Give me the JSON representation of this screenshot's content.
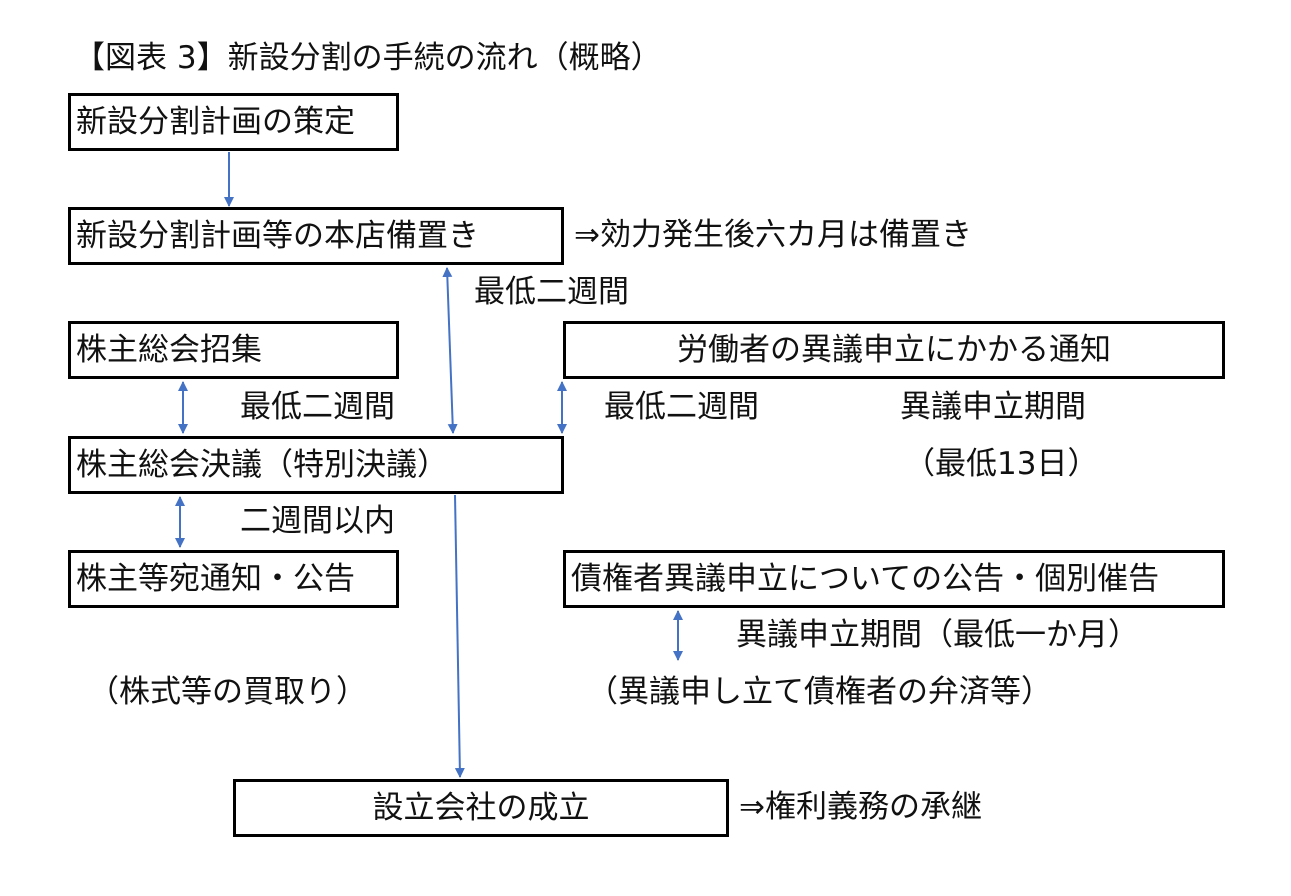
{
  "title": "【図表 3】新設分割の手続の流れ（概略）",
  "boxes": {
    "plan": "新設分割計画の策定",
    "filing": "新設分割計画等の本店備置き",
    "convocation": "株主総会招集",
    "resolution": "株主総会決議（特別決議）",
    "notice_holders": "株主等宛通知・公告",
    "labor_notice": "労働者の異議申立にかかる通知",
    "creditor_notice": "債権者異議申立についての公告・個別催告",
    "established": "設立会社の成立"
  },
  "labels": {
    "filing_note": "⇒効力発生後六カ月は備置き",
    "two_weeks_filing": "最低二週間",
    "two_weeks_meeting": "最低二週間",
    "two_weeks_labor": "最低二週間",
    "labor_period": "異議申立期間",
    "labor_period_min": "（最低13日）",
    "within_two_weeks": "二週間以内",
    "creditor_period": "異議申立期間（最低一か月）",
    "buyback": "（株式等の買取り）",
    "creditor_repay": "（異議申し立て債権者の弁済等）",
    "succession": "⇒権利義務の承継"
  },
  "colors": {
    "arrow": "#4472c4",
    "box_border": "#000000"
  }
}
